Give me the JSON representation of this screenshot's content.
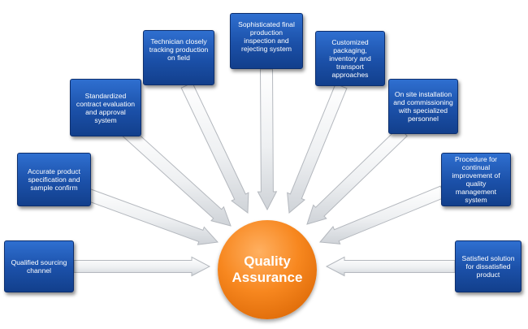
{
  "hub": {
    "line1": "Quality",
    "line2": "Assurance"
  },
  "nodes": [
    {
      "id": "qualified-sourcing",
      "label": "Qualified sourcing channel"
    },
    {
      "id": "accurate-product-specification",
      "label": "Accurate product specification and sample confirm"
    },
    {
      "id": "standardized-contract-evaluation",
      "label": "Standardized contract evaluation and approval system"
    },
    {
      "id": "technician-tracking",
      "label": "Technician closely tracking production on field"
    },
    {
      "id": "final-production-inspection",
      "label": "Sophisticated final production inspection and rejecting system"
    },
    {
      "id": "customized-packaging",
      "label": "Customized packaging, inventory and transport approaches"
    },
    {
      "id": "on-site-installation",
      "label": "On site installation and commissioning with specialized personnel"
    },
    {
      "id": "continual-improvement",
      "label": "Procedure for continual improvement of quality management system"
    },
    {
      "id": "satisfied-solution",
      "label": "Satisfied solution for dissatisfied product"
    }
  ],
  "colors": {
    "box": "#1b50a8",
    "hub": "#f7871f",
    "arrow_fill": "#f3f4f6",
    "arrow_stroke": "#b4b8be"
  }
}
